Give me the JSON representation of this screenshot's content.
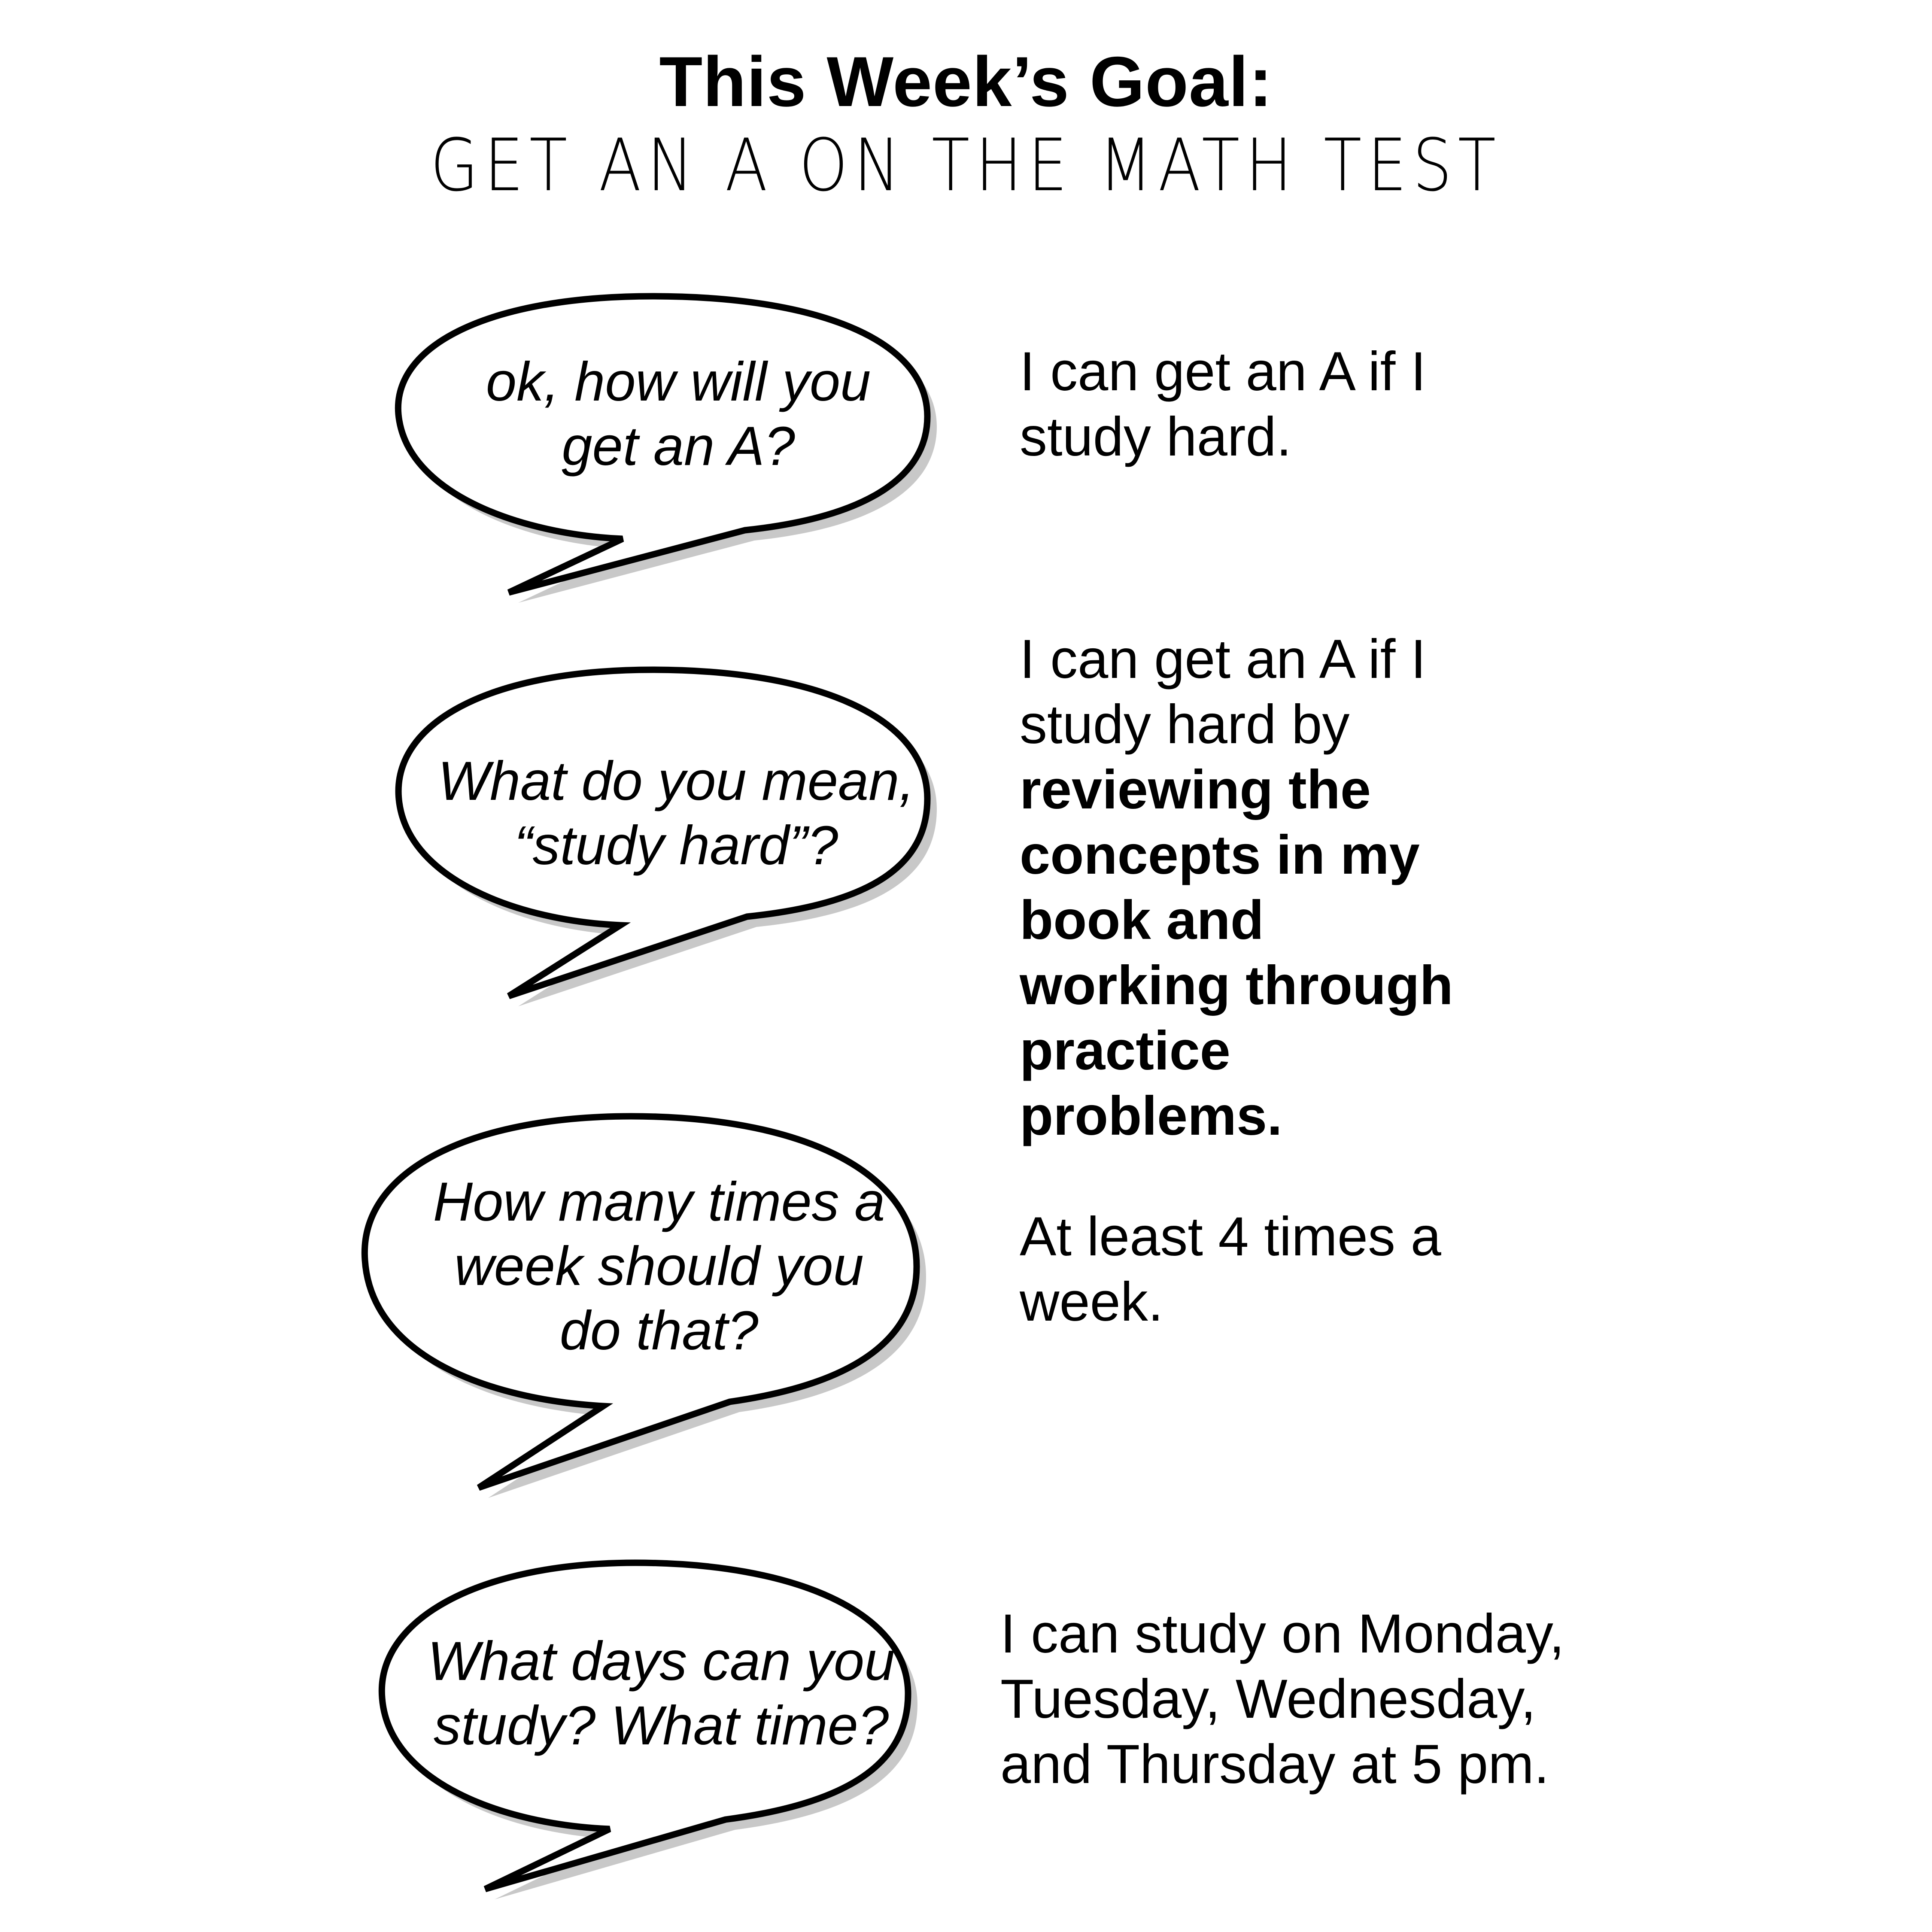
{
  "title": "This Week’s Goal:",
  "subtitle": "GET AN A ON THE MATH TEST",
  "dialogue": [
    {
      "question": "ok, how will you get an A?",
      "answer": "I can get an A if I study hard."
    },
    {
      "question": "What do you mean, “study hard”?",
      "answer_plain": "I can get an A if I study hard by",
      "answer_bold": "reviewing the concepts in my book and working through practice problems."
    },
    {
      "question": "How many times a week should you do that?",
      "answer": "At least 4 times a week."
    },
    {
      "question": "What days can you study? What time?",
      "answer": "I can study on Monday, Tuesday, Wednesday, and Thursday at 5 pm."
    }
  ],
  "colors": {
    "ink": "#000000",
    "background": "#ffffff",
    "shadow": "#9a9a9a"
  }
}
